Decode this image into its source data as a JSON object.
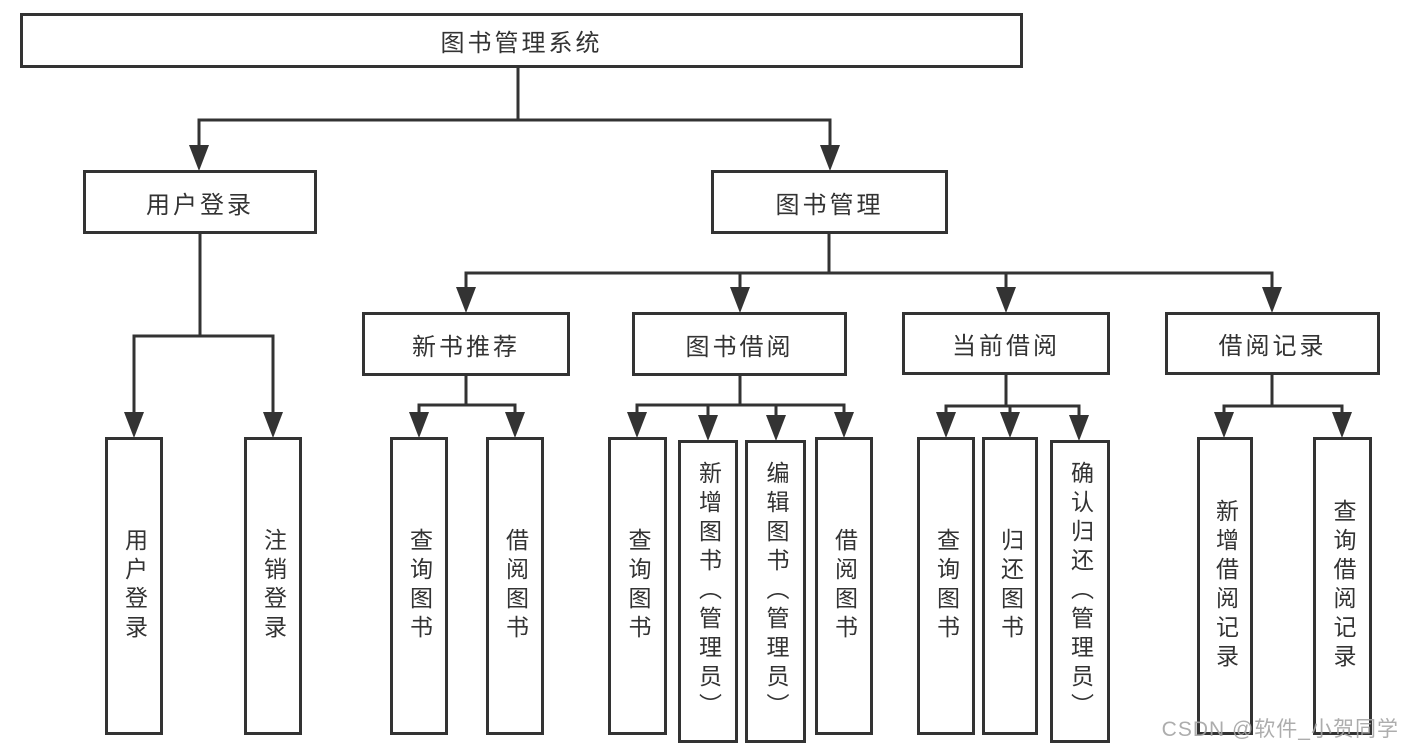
{
  "nodes": {
    "root": "图书管理系统",
    "user_login": "用户登录",
    "book_management": "图书管理",
    "new_book_recommend": "新书推荐",
    "book_borrowing": "图书借阅",
    "current_borrowing": "当前借阅",
    "borrowing_records": "借阅记录",
    "leaf_user_login": "用户登录",
    "leaf_logout": "注销登录",
    "leaf_nbr_query_books": "查询图书",
    "leaf_nbr_borrow_books": "借阅图书",
    "leaf_bb_query_books": "查询图书",
    "leaf_bb_add_books_admin": "新增图书（管理员）",
    "leaf_bb_edit_books_admin": "编辑图书（管理员）",
    "leaf_bb_borrow_books": "借阅图书",
    "leaf_cb_query_books": "查询图书",
    "leaf_cb_return_books": "归还图书",
    "leaf_cb_confirm_return_admin": "确认归还（管理员）",
    "leaf_br_add_record": "新增借阅记录",
    "leaf_br_query_record": "查询借阅记录"
  },
  "watermark": "CSDN @软件_小贺同学",
  "colors": {
    "line": "#333333",
    "text": "#333333",
    "watermark_text": "#a4a4a4",
    "background": "#ffffff"
  }
}
